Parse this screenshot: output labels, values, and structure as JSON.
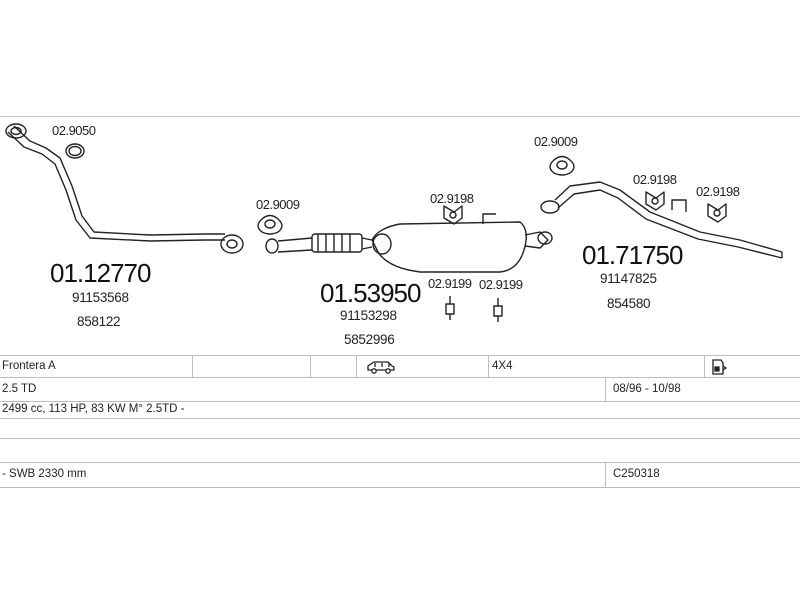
{
  "parts": {
    "front_pipe": {
      "number": "01.12770",
      "oem": [
        "91153568",
        "858122"
      ],
      "gasket": "02.9050"
    },
    "center": {
      "number": "01.53950",
      "oem": [
        "91153298",
        "5852996"
      ],
      "gasket": "02.9009",
      "clamp": "02.9198",
      "mounts": [
        "02.9199",
        "02.9199"
      ]
    },
    "tail": {
      "number": "01.71750",
      "oem": [
        "91147825",
        "854580"
      ],
      "gasket": "02.9009",
      "clamps": [
        "02.9198",
        "02.9198"
      ]
    }
  },
  "vehicle": {
    "model": "Frontera A",
    "drive": "4X4",
    "engine": "2.5 TD",
    "years": "08/96 - 10/98",
    "spec": "2499 cc, 113 HP, 83 KW M° 2.5TD -",
    "wheelbase": "- SWB 2330 mm",
    "ref_code": "C250318"
  },
  "icons": [
    "car-suv-icon",
    "document-icon"
  ]
}
